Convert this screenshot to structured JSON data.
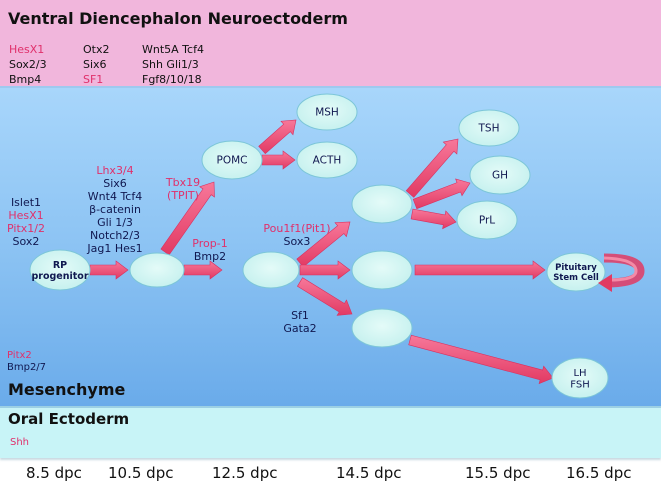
{
  "bands": {
    "ventral": {
      "title": "Ventral  Diencephalon Neuroectoderm",
      "columns": [
        [
          {
            "text": "HesX1",
            "color": "pink"
          },
          {
            "text": "Sox2/3",
            "color": "dark"
          },
          {
            "text": "Bmp4",
            "color": "dark"
          }
        ],
        [
          {
            "text": "Otx2",
            "color": "dark"
          },
          {
            "text": "Six6",
            "color": "dark"
          },
          {
            "text": "SF1",
            "color": "pink"
          }
        ],
        [
          {
            "text": "Wnt5A Tcf4",
            "color": "dark"
          },
          {
            "text": "Shh Gli1/3",
            "color": "dark"
          },
          {
            "text": "Fgf8/10/18",
            "color": "dark"
          }
        ]
      ]
    },
    "mesenchyme": {
      "title": "Mesenchyme",
      "factors": [
        {
          "text": "Pitx2",
          "color": "pink"
        },
        {
          "text": "Bmp2/7",
          "color": "navy"
        }
      ]
    },
    "oral": {
      "title": "Oral Ectoderm",
      "factors": [
        {
          "text": "Shh",
          "color": "pink"
        }
      ]
    }
  },
  "factor_groups": {
    "rp": [
      {
        "text": "Islet1",
        "color": "navy"
      },
      {
        "text": "HesX1",
        "color": "pink"
      },
      {
        "text": "Pitx1/2",
        "color": "pink"
      },
      {
        "text": "Sox2",
        "color": "navy"
      }
    ],
    "lhx": [
      {
        "text": "Lhx3/4",
        "color": "pink"
      },
      {
        "text": "Six6",
        "color": "navy"
      },
      {
        "text": "Wnt4  Tcf4",
        "color": "navy"
      },
      {
        "text": "β-catenin",
        "color": "navy"
      },
      {
        "text": "Gli 1/3",
        "color": "navy"
      },
      {
        "text": "Notch2/3",
        "color": "navy"
      },
      {
        "text": "Jag1 Hes1",
        "color": "navy"
      }
    ],
    "tbx": [
      {
        "text": "Tbx19",
        "color": "pink"
      },
      {
        "text": "(TPIT)",
        "color": "pink"
      }
    ],
    "prop": [
      {
        "text": "Prop-1",
        "color": "pink"
      },
      {
        "text": "Bmp2",
        "color": "navy"
      }
    ],
    "pou": [
      {
        "text": "Pou1f1(Pit1)",
        "color": "pink"
      },
      {
        "text": "Sox3",
        "color": "navy"
      }
    ],
    "sf1": [
      {
        "text": "Sf1",
        "color": "navy"
      },
      {
        "text": "Gata2",
        "color": "navy"
      }
    ]
  },
  "cells": {
    "rp": [
      "RP",
      "progenitor"
    ],
    "pomc": [
      "POMC"
    ],
    "msh": [
      "MSH"
    ],
    "acth": [
      "ACTH"
    ],
    "tsh": [
      "TSH"
    ],
    "gh": [
      "GH"
    ],
    "prl": [
      "PrL"
    ],
    "stem": [
      "Pituitary",
      "Stem Cell"
    ],
    "lhfsh": [
      "LH",
      "FSH"
    ]
  },
  "timeline": [
    "8.5 dpc",
    "10.5 dpc",
    "12.5 dpc",
    "14.5 dpc",
    "15.5 dpc",
    "16.5 dpc"
  ],
  "colors": {
    "pink_text": "#e0306b",
    "navy_text": "#101850",
    "arrow": "#f0557a",
    "cell_fill": "#d2f6f4",
    "ventral_bg": "#f1b6dc",
    "mesenchyme_bg": "#8cc3f3",
    "oral_bg": "#c8f4f7"
  }
}
